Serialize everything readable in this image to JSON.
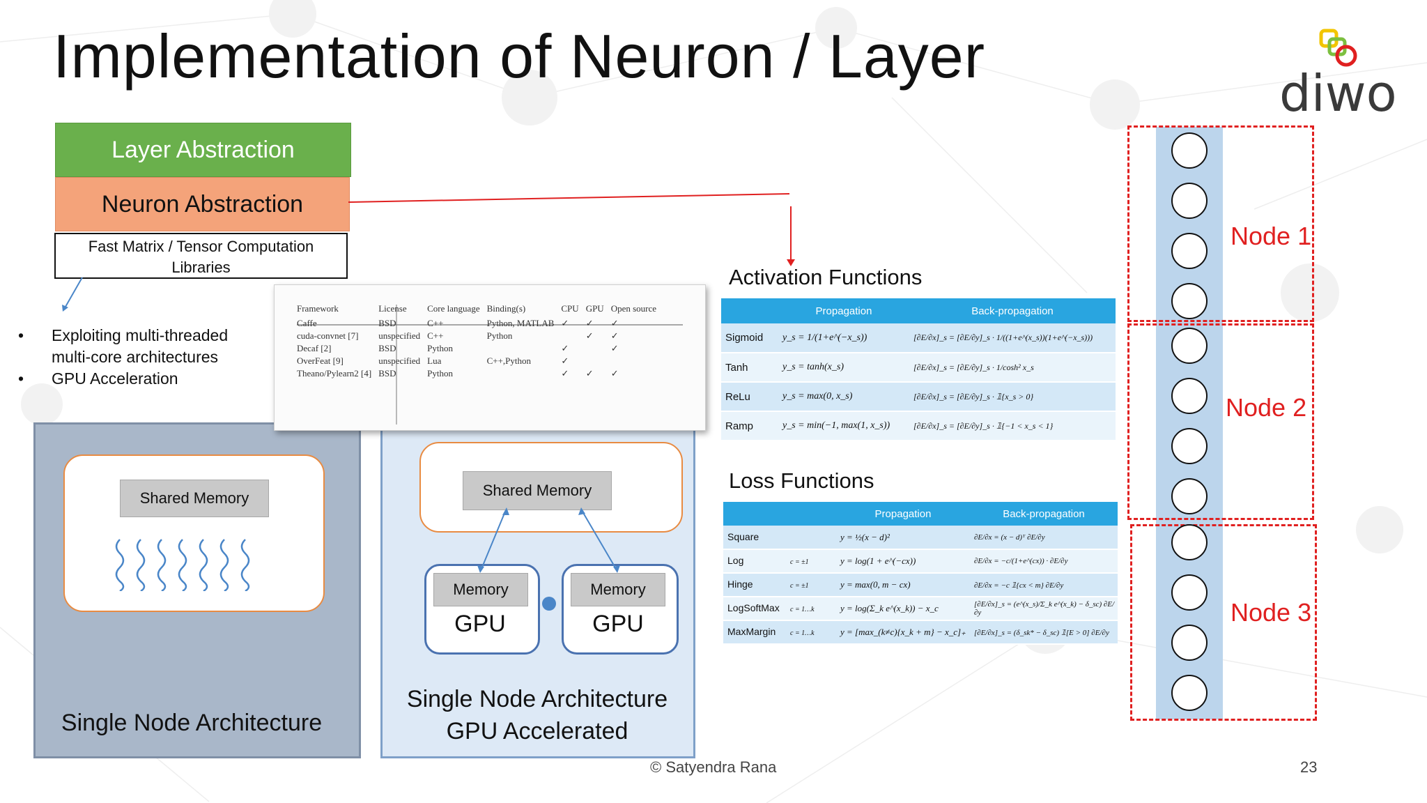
{
  "title": "Implementation of Neuron / Layer",
  "logo": {
    "text": "diwo",
    "colors": [
      "#f2c500",
      "#7cbf3f",
      "#e02020"
    ]
  },
  "stack": {
    "layer": "Layer Abstraction",
    "neuron": "Neuron Abstraction",
    "libs_line1": "Fast Matrix / Tensor Computation",
    "libs_line2": "Libraries"
  },
  "bullets": {
    "b1_line1": "Exploiting multi-threaded",
    "b1_line2": "multi-core architectures",
    "b2": "GPU Acceleration"
  },
  "single_node": {
    "shared_memory": "Shared Memory",
    "caption": "Single Node Architecture"
  },
  "gpu_node": {
    "shared_memory": "Shared Memory",
    "memory1": "Memory",
    "memory2": "Memory",
    "gpu1": "GPU",
    "gpu2": "GPU",
    "caption_line1": "Single Node Architecture",
    "caption_line2": "GPU Accelerated"
  },
  "framework_table": {
    "headers": [
      "Framework",
      "License",
      "Core language",
      "Binding(s)",
      "CPU",
      "GPU",
      "Open source"
    ],
    "rows": [
      [
        "Caffe",
        "BSD",
        "C++",
        "Python, MATLAB",
        "✓",
        "✓",
        "✓"
      ],
      [
        "cuda-convnet [7]",
        "unspecified",
        "C++",
        "Python",
        "",
        "✓",
        "✓"
      ],
      [
        "Decaf [2]",
        "BSD",
        "Python",
        "",
        "✓",
        "",
        "✓"
      ],
      [
        "OverFeat [9]",
        "unspecified",
        "Lua",
        "C++,Python",
        "✓",
        "",
        ""
      ],
      [
        "Theano/Pylearn2 [4]",
        "BSD",
        "Python",
        "",
        "✓",
        "✓",
        "✓"
      ]
    ]
  },
  "activation": {
    "heading": "Activation Functions",
    "col1": "Propagation",
    "col2": "Back-propagation",
    "rows": [
      {
        "name": "Sigmoid",
        "prop": "y_s = 1/(1+e^(−x_s))",
        "back": "[∂E/∂x]_s = [∂E/∂y]_s · 1/((1+e^(x_s))(1+e^(−x_s)))"
      },
      {
        "name": "Tanh",
        "prop": "y_s = tanh(x_s)",
        "back": "[∂E/∂x]_s = [∂E/∂y]_s · 1/cosh² x_s"
      },
      {
        "name": "ReLu",
        "prop": "y_s = max(0, x_s)",
        "back": "[∂E/∂x]_s = [∂E/∂y]_s · 𝟙{x_s > 0}"
      },
      {
        "name": "Ramp",
        "prop": "y_s = min(−1, max(1, x_s))",
        "back": "[∂E/∂x]_s = [∂E/∂y]_s · 𝟙{−1 < x_s < 1}"
      }
    ]
  },
  "loss": {
    "heading": "Loss Functions",
    "col1": "Propagation",
    "col2": "Back-propagation",
    "rows": [
      {
        "name": "Square",
        "c": "",
        "prop": "y = ½(x − d)²",
        "back": "∂E/∂x = (x − d)ᵀ ∂E/∂y"
      },
      {
        "name": "Log",
        "c": "c = ±1",
        "prop": "y = log(1 + e^(−cx))",
        "back": "∂E/∂x = −c/(1+e^(cx)) · ∂E/∂y"
      },
      {
        "name": "Hinge",
        "c": "c = ±1",
        "prop": "y = max(0, m − cx)",
        "back": "∂E/∂x = −c 𝟙{cx < m} ∂E/∂y"
      },
      {
        "name": "LogSoftMax",
        "c": "c = 1…k",
        "prop": "y = log(Σ_k e^(x_k)) − x_c",
        "back": "[∂E/∂x]_s = (e^(x_s)/Σ_k e^(x_k) − δ_sc) ∂E/∂y"
      },
      {
        "name": "MaxMargin",
        "c": "c = 1…k",
        "prop": "y = [max_(k≠c){x_k + m} − x_c]₊",
        "back": "[∂E/∂x]_s = (δ_sk* − δ_sc) 𝟙[E > 0] ∂E/∂y"
      }
    ]
  },
  "nodes": {
    "node1": "Node 1",
    "node2": "Node 2",
    "node3": "Node 3",
    "accent": "#e02020"
  },
  "footer": "© Satyendra Rana",
  "page_number": "23"
}
